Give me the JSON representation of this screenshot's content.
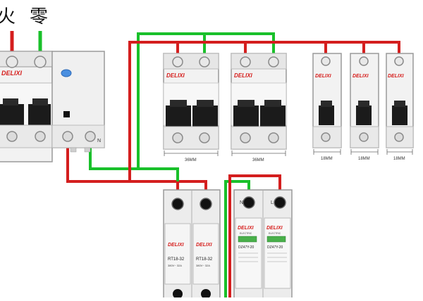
{
  "labels": {
    "live": "火",
    "neutral": "零",
    "n_mark": "N",
    "l_mark": "L",
    "n_mark_spd": "N"
  },
  "brand": "DELIXI",
  "brand_color": "#d6201e",
  "wire_colors": {
    "live": "#d41e1e",
    "neutral": "#19c02a"
  },
  "width_labels": [
    "36MM",
    "36MM",
    "18MM",
    "18MM",
    "18MM"
  ],
  "fuse": {
    "model": "RT18-32",
    "rating": "380V~  32A"
  },
  "spd": {
    "model": "DZ47Y-20",
    "sub": "ELECTRIC"
  }
}
